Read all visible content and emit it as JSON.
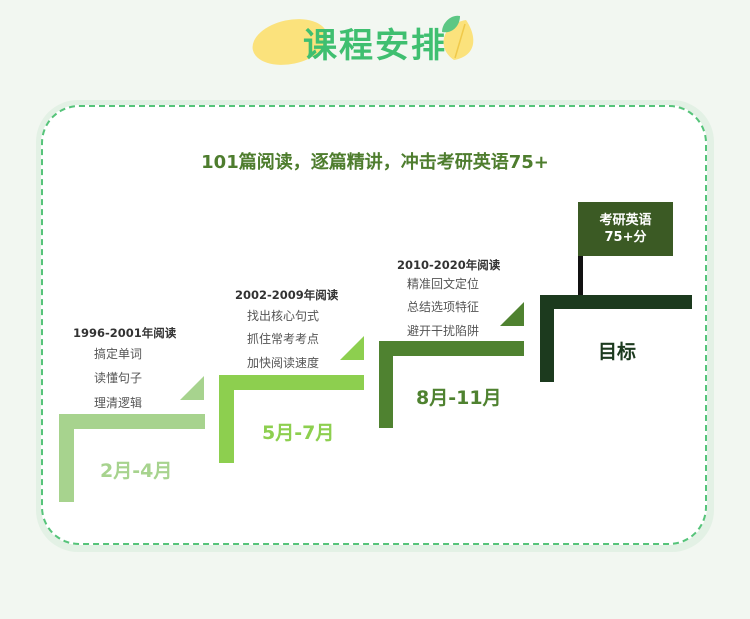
{
  "page_title": "课程安排",
  "subtitle": "101篇阅读，逐篇精讲，冲击考研英语75+",
  "steps": [
    {
      "heading": "1996-2001年阅读",
      "items": [
        "搞定单词",
        "读懂句子",
        "理清逻辑"
      ],
      "period": "2月-4月",
      "color": "#a7d38e"
    },
    {
      "heading": "2002-2009年阅读",
      "items": [
        "找出核心句式",
        "抓住常考考点",
        "加快阅读速度"
      ],
      "period": "5月-7月",
      "color": "#8dcf4f"
    },
    {
      "heading": "2010-2020年阅读",
      "items": [
        "精准回文定位",
        "总结选项特征",
        "避开干扰陷阱"
      ],
      "period": "8月-11月",
      "color": "#4f8230"
    },
    {
      "period": "目标",
      "color": "#1c3a1e"
    }
  ],
  "flag": {
    "line1": "考研英语",
    "line2": "75+分"
  },
  "colors": {
    "title": "#3fbf70",
    "subtitle": "#4e7d2e",
    "card_border": "#56c47a"
  }
}
